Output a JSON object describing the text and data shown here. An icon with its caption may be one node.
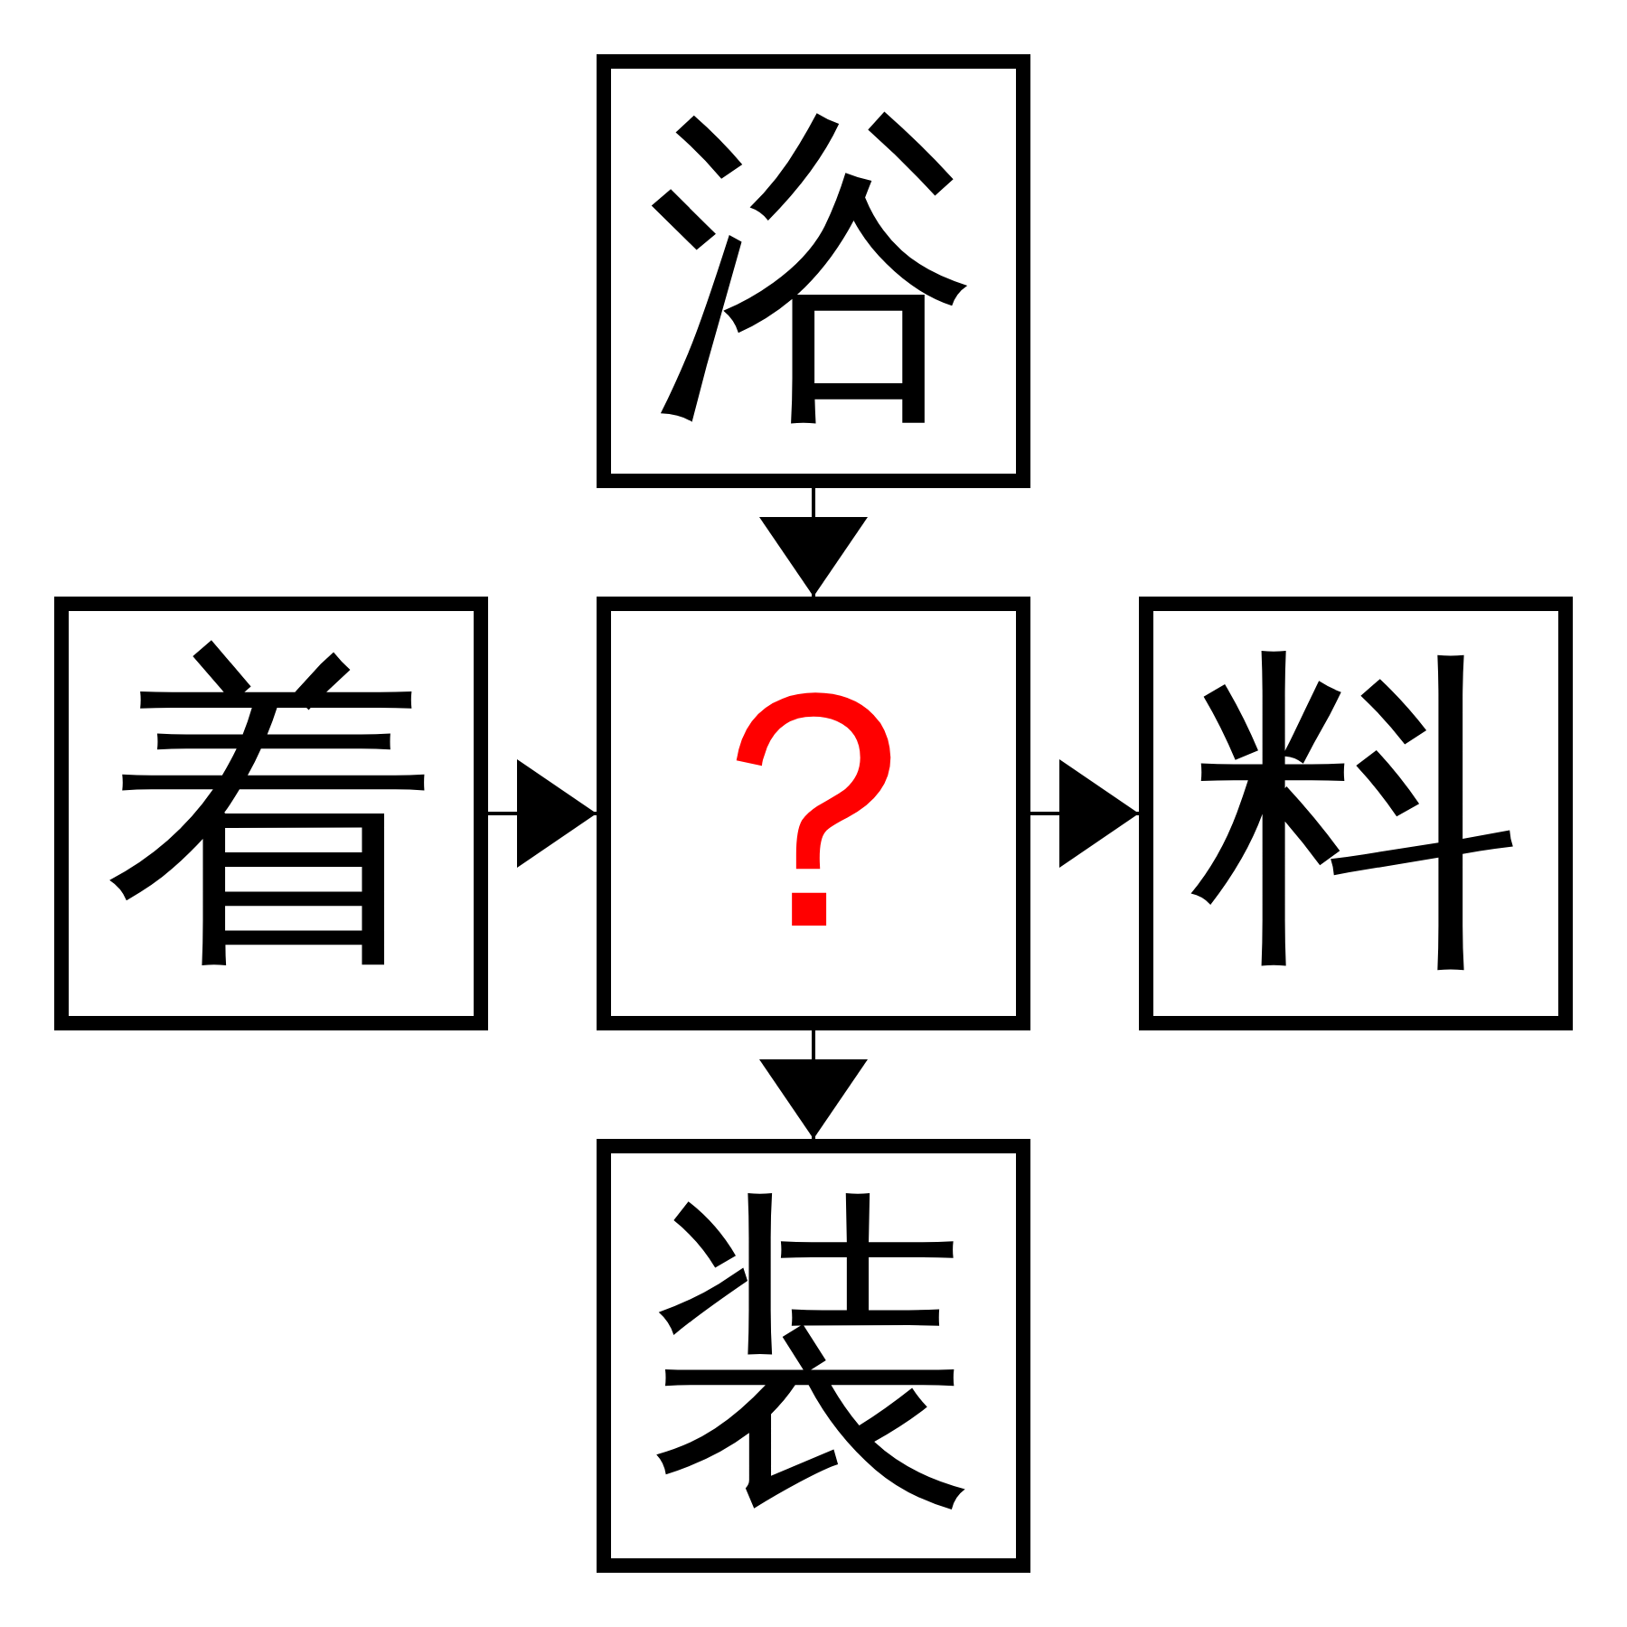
{
  "diagram": {
    "nodes": [
      {
        "text": [
          "浴"
        ]
      },
      {
        "text": [
          "着"
        ]
      },
      {
        "text": [
          "？"
        ]
      },
      {
        "text": [
          "料"
        ]
      },
      {
        "text": [
          "装"
        ]
      }
    ],
    "edges": [
      {
        "from": 0,
        "to": 2,
        "arrow": "to"
      },
      {
        "from": 1,
        "to": 2,
        "arrow": "to"
      },
      {
        "from": 2,
        "to": 3,
        "arrow": "to"
      },
      {
        "from": 2,
        "to": 4,
        "arrow": "to"
      }
    ]
  }
}
